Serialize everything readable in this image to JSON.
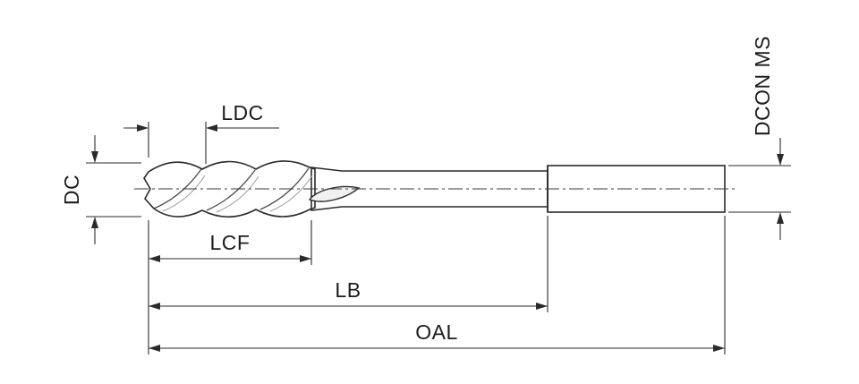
{
  "diagram": {
    "type": "technical-drawing",
    "subject": "cutting-tool-dimension-diagram",
    "labels": {
      "ldc": "LDC",
      "dc": "DC",
      "lcf": "LCF",
      "lb": "LB",
      "oal": "OAL",
      "dcon_ms": "DCON MS"
    },
    "colors": {
      "background": "#ffffff",
      "line": "#2a2a2a",
      "metal_light": "#f7f7f7",
      "metal_dark": "#cfcfcf"
    }
  }
}
